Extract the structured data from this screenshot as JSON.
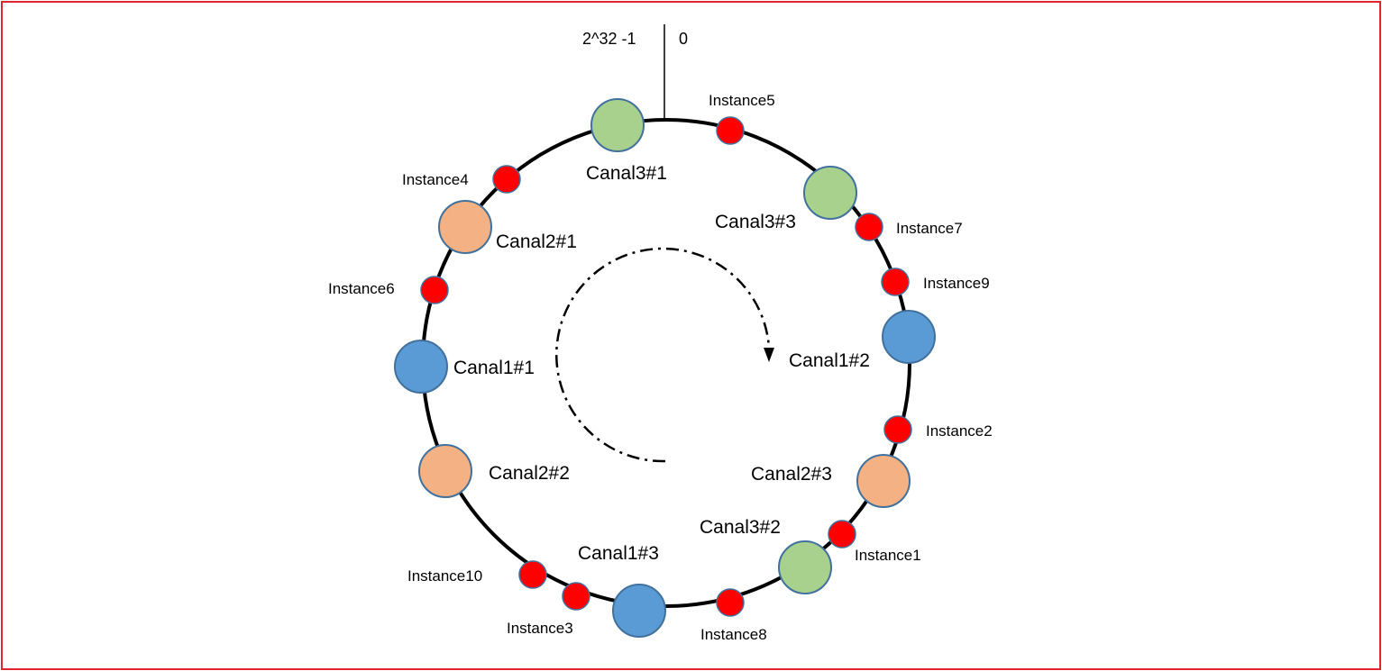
{
  "axis": {
    "left_label": "2^32 -1",
    "right_label": "0"
  },
  "colors": {
    "frame": "#e0262c",
    "ring": "#000000",
    "canal1": "#5b9bd5",
    "canal2": "#f4b183",
    "canal3": "#a9d18e",
    "instance": "#ff0000",
    "node_stroke": "#41719c"
  },
  "canal_nodes": [
    {
      "label": "Canal3#1",
      "group": "canal3"
    },
    {
      "label": "Canal3#3",
      "group": "canal3"
    },
    {
      "label": "Canal1#2",
      "group": "canal1"
    },
    {
      "label": "Canal2#3",
      "group": "canal2"
    },
    {
      "label": "Canal3#2",
      "group": "canal3"
    },
    {
      "label": "Canal1#3",
      "group": "canal1"
    },
    {
      "label": "Canal2#2",
      "group": "canal2"
    },
    {
      "label": "Canal1#1",
      "group": "canal1"
    },
    {
      "label": "Canal2#1",
      "group": "canal2"
    }
  ],
  "instances": [
    {
      "label": "Instance5"
    },
    {
      "label": "Instance7"
    },
    {
      "label": "Instance9"
    },
    {
      "label": "Instance2"
    },
    {
      "label": "Instance1"
    },
    {
      "label": "Instance8"
    },
    {
      "label": "Instance3"
    },
    {
      "label": "Instance10"
    },
    {
      "label": "Instance6"
    },
    {
      "label": "Instance4"
    }
  ],
  "direction": "clockwise"
}
